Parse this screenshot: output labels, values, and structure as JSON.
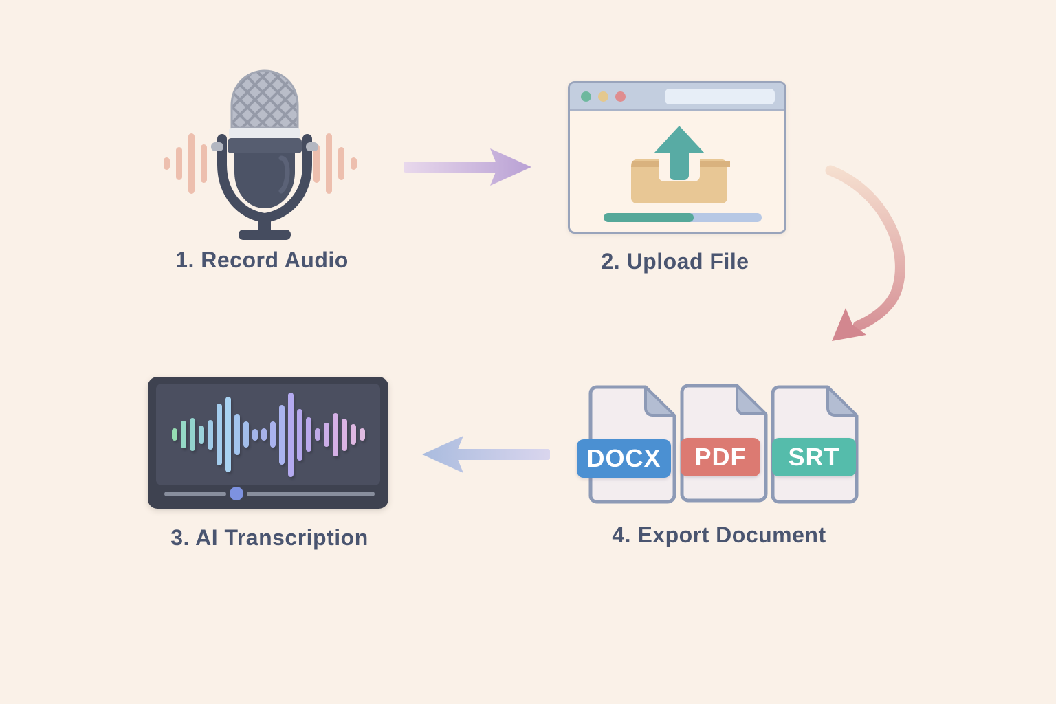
{
  "background_color": "#faf1e8",
  "label_color": "#4a5570",
  "steps": {
    "record": {
      "label": "1. Record Audio",
      "icon": "microphone-icon",
      "sound_wave_color": "#edbfae",
      "sound_wave_left_heights": [
        18,
        48,
        88,
        56
      ],
      "sound_wave_right_heights": [
        56,
        88,
        48,
        18
      ]
    },
    "upload": {
      "label": "2. Upload File",
      "icon": "upload-tray-icon",
      "traffic_light_colors": [
        "#df8d8f",
        "#e4c88e",
        "#6eb89e"
      ],
      "progress_percent": 57,
      "progress_fill_color": "#56a899",
      "progress_track_color": "#b7c8e5"
    },
    "transcribe": {
      "label": "3. AI Transcription",
      "icon": "audio-waveform-player",
      "scrubber_dot_color": "#7d92e0",
      "waveform_bars": [
        {
          "h": 18,
          "c": "#96dcb2"
        },
        {
          "h": 40,
          "c": "#95d8c6"
        },
        {
          "h": 48,
          "c": "#93d3cd"
        },
        {
          "h": 27,
          "c": "#9bd3dc"
        },
        {
          "h": 43,
          "c": "#a0cbe8"
        },
        {
          "h": 90,
          "c": "#a4cdee"
        },
        {
          "h": 110,
          "c": "#a8d2f2"
        },
        {
          "h": 60,
          "c": "#a3c4ee"
        },
        {
          "h": 38,
          "c": "#a2bdea"
        },
        {
          "h": 17,
          "c": "#a3b4e8"
        },
        {
          "h": 18,
          "c": "#a7b2ea"
        },
        {
          "h": 38,
          "c": "#a9b2ee"
        },
        {
          "h": 87,
          "c": "#aab4f0"
        },
        {
          "h": 123,
          "c": "#b4aaf0"
        },
        {
          "h": 75,
          "c": "#b6a8ee"
        },
        {
          "h": 50,
          "c": "#baa8ec"
        },
        {
          "h": 18,
          "c": "#bfaae8"
        },
        {
          "h": 35,
          "c": "#ccaee8"
        },
        {
          "h": 63,
          "c": "#d5b0e6"
        },
        {
          "h": 47,
          "c": "#dab4e4"
        },
        {
          "h": 30,
          "c": "#deb8e2"
        },
        {
          "h": 18,
          "c": "#e0bce2"
        }
      ]
    },
    "export": {
      "label": "4. Export Document",
      "icon": "document-files-icon",
      "formats": [
        {
          "name": "DOCX",
          "color": "#4b90d2"
        },
        {
          "name": "PDF",
          "color": "#dc7a72"
        },
        {
          "name": "SRT",
          "color": "#55bcab"
        }
      ]
    }
  },
  "arrows": {
    "step1_to_step2": {
      "direction": "right",
      "color_start": "#e9d9ec",
      "color_end": "#b8a0d4"
    },
    "step2_to_step4": {
      "direction": "curved-down",
      "color_start": "#f7e3d2",
      "color_end": "#d2878f"
    },
    "step4_to_step3": {
      "direction": "left",
      "color_start": "#a9bbde",
      "color_end": "#dad6ee"
    }
  }
}
